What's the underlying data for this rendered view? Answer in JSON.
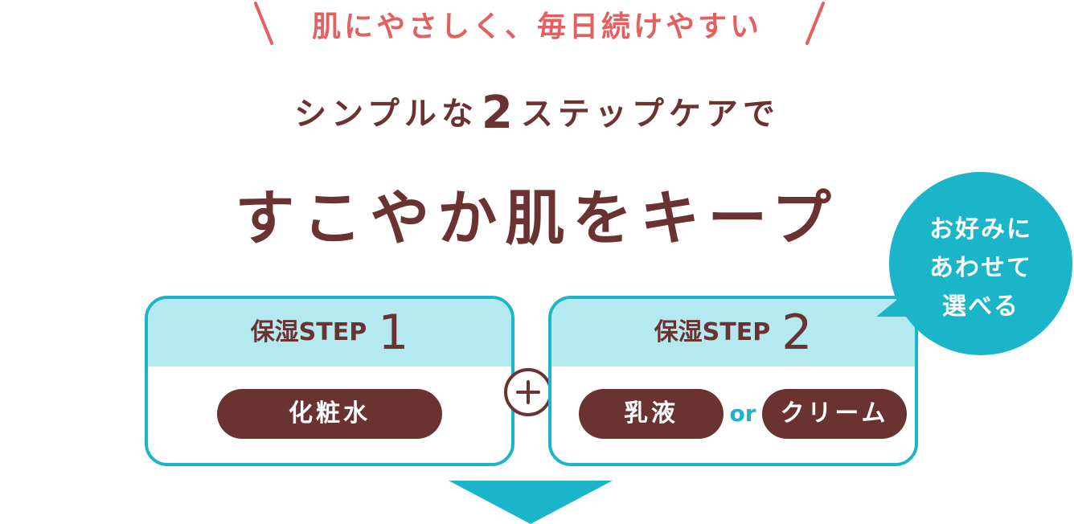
{
  "tagline": "肌にやさしく、毎日続けやすい",
  "subtitle": {
    "before": "シンプルな",
    "number": "2",
    "after": "ステップケアで"
  },
  "headline": "すこやか肌をキープ",
  "steps": [
    {
      "label": "保湿STEP",
      "number": "1",
      "items": [
        "化粧水"
      ]
    },
    {
      "label": "保湿STEP",
      "number": "2",
      "items": [
        "乳液",
        "クリーム"
      ],
      "connector": "or"
    }
  ],
  "bubble": {
    "lines": [
      "お好みに",
      "あわせて",
      "選べる"
    ]
  },
  "colors": {
    "brown": "#6a3230",
    "teal": "#1ab5c8",
    "light_teal": "#b3e9ef",
    "coral": "#e45f5f"
  },
  "icons": {
    "plus": "plus-circle-icon",
    "arrow": "arrow-down-icon"
  }
}
